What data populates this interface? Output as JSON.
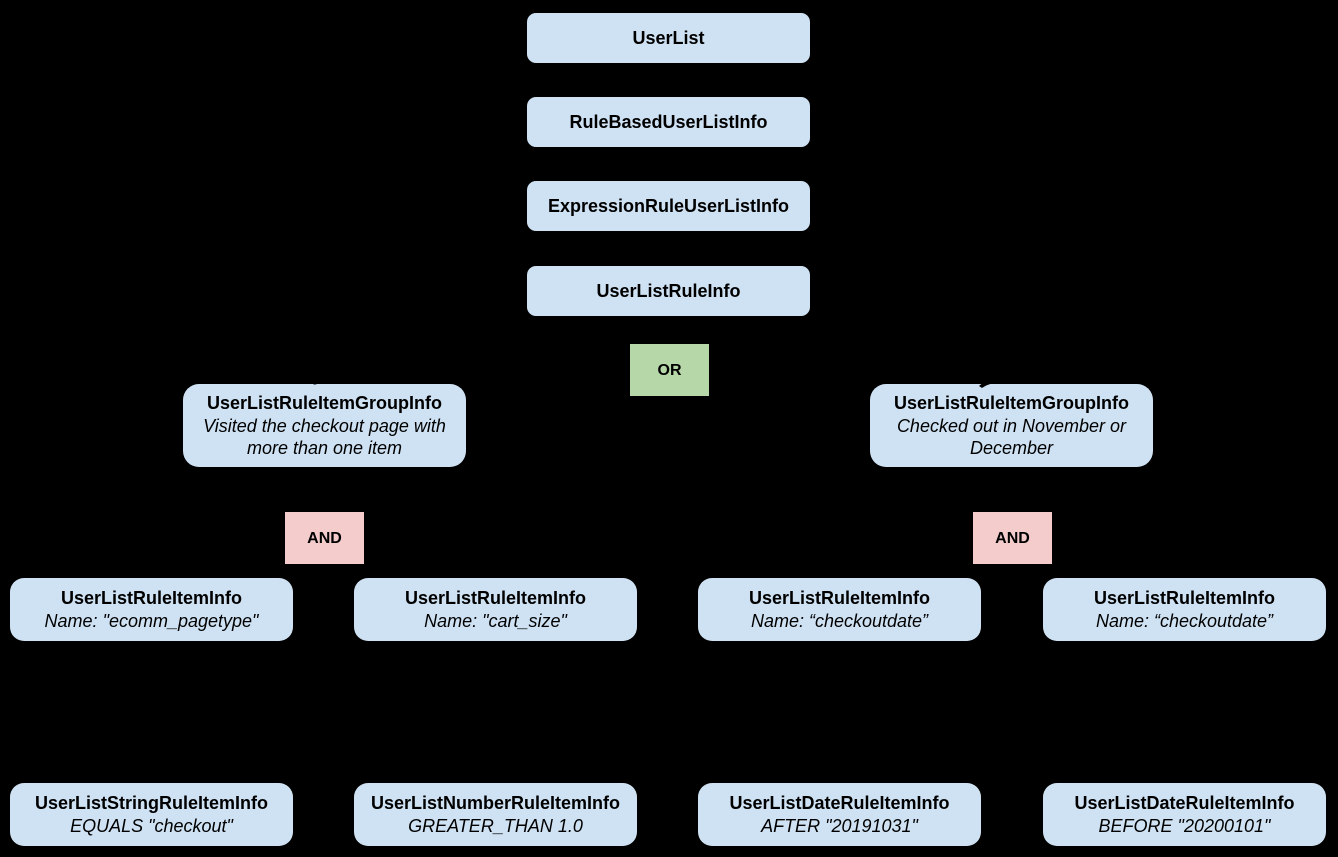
{
  "colors": {
    "background": "#000000",
    "node_fill": "#cfe2f3",
    "or_fill": "#b6d7a8",
    "and_fill": "#f4cccc",
    "text": "#000000"
  },
  "nodes": {
    "chain": [
      {
        "label": "UserList"
      },
      {
        "label": "RuleBasedUserListInfo"
      },
      {
        "label": "ExpressionRuleUserListInfo"
      },
      {
        "label": "UserListRuleInfo"
      }
    ],
    "operators": {
      "or": "OR",
      "and": "AND"
    },
    "groups": [
      {
        "title": "UserListRuleItemGroupInfo",
        "subtitle_lines": [
          "Visited the checkout page with",
          "more than one item"
        ]
      },
      {
        "title": "UserListRuleItemGroupInfo",
        "subtitle_lines": [
          "Checked out in November or",
          "December"
        ]
      }
    ],
    "rule_items": [
      {
        "title": "UserListRuleItemInfo",
        "subtitle": "Name: \"ecomm_pagetype\""
      },
      {
        "title": "UserListRuleItemInfo",
        "subtitle": "Name: \"cart_size\""
      },
      {
        "title": "UserListRuleItemInfo",
        "subtitle": "Name: “checkoutdate”"
      },
      {
        "title": "UserListRuleItemInfo",
        "subtitle": "Name: “checkoutdate”"
      }
    ],
    "leaf_items": [
      {
        "title": "UserListStringRuleItemInfo",
        "subtitle": "EQUALS \"checkout\""
      },
      {
        "title": "UserListNumberRuleItemInfo",
        "subtitle": "GREATER_THAN 1.0"
      },
      {
        "title": "UserListDateRuleItemInfo",
        "subtitle": "AFTER \"20191031\""
      },
      {
        "title": "UserListDateRuleItemInfo",
        "subtitle": "BEFORE \"20200101\""
      }
    ]
  }
}
